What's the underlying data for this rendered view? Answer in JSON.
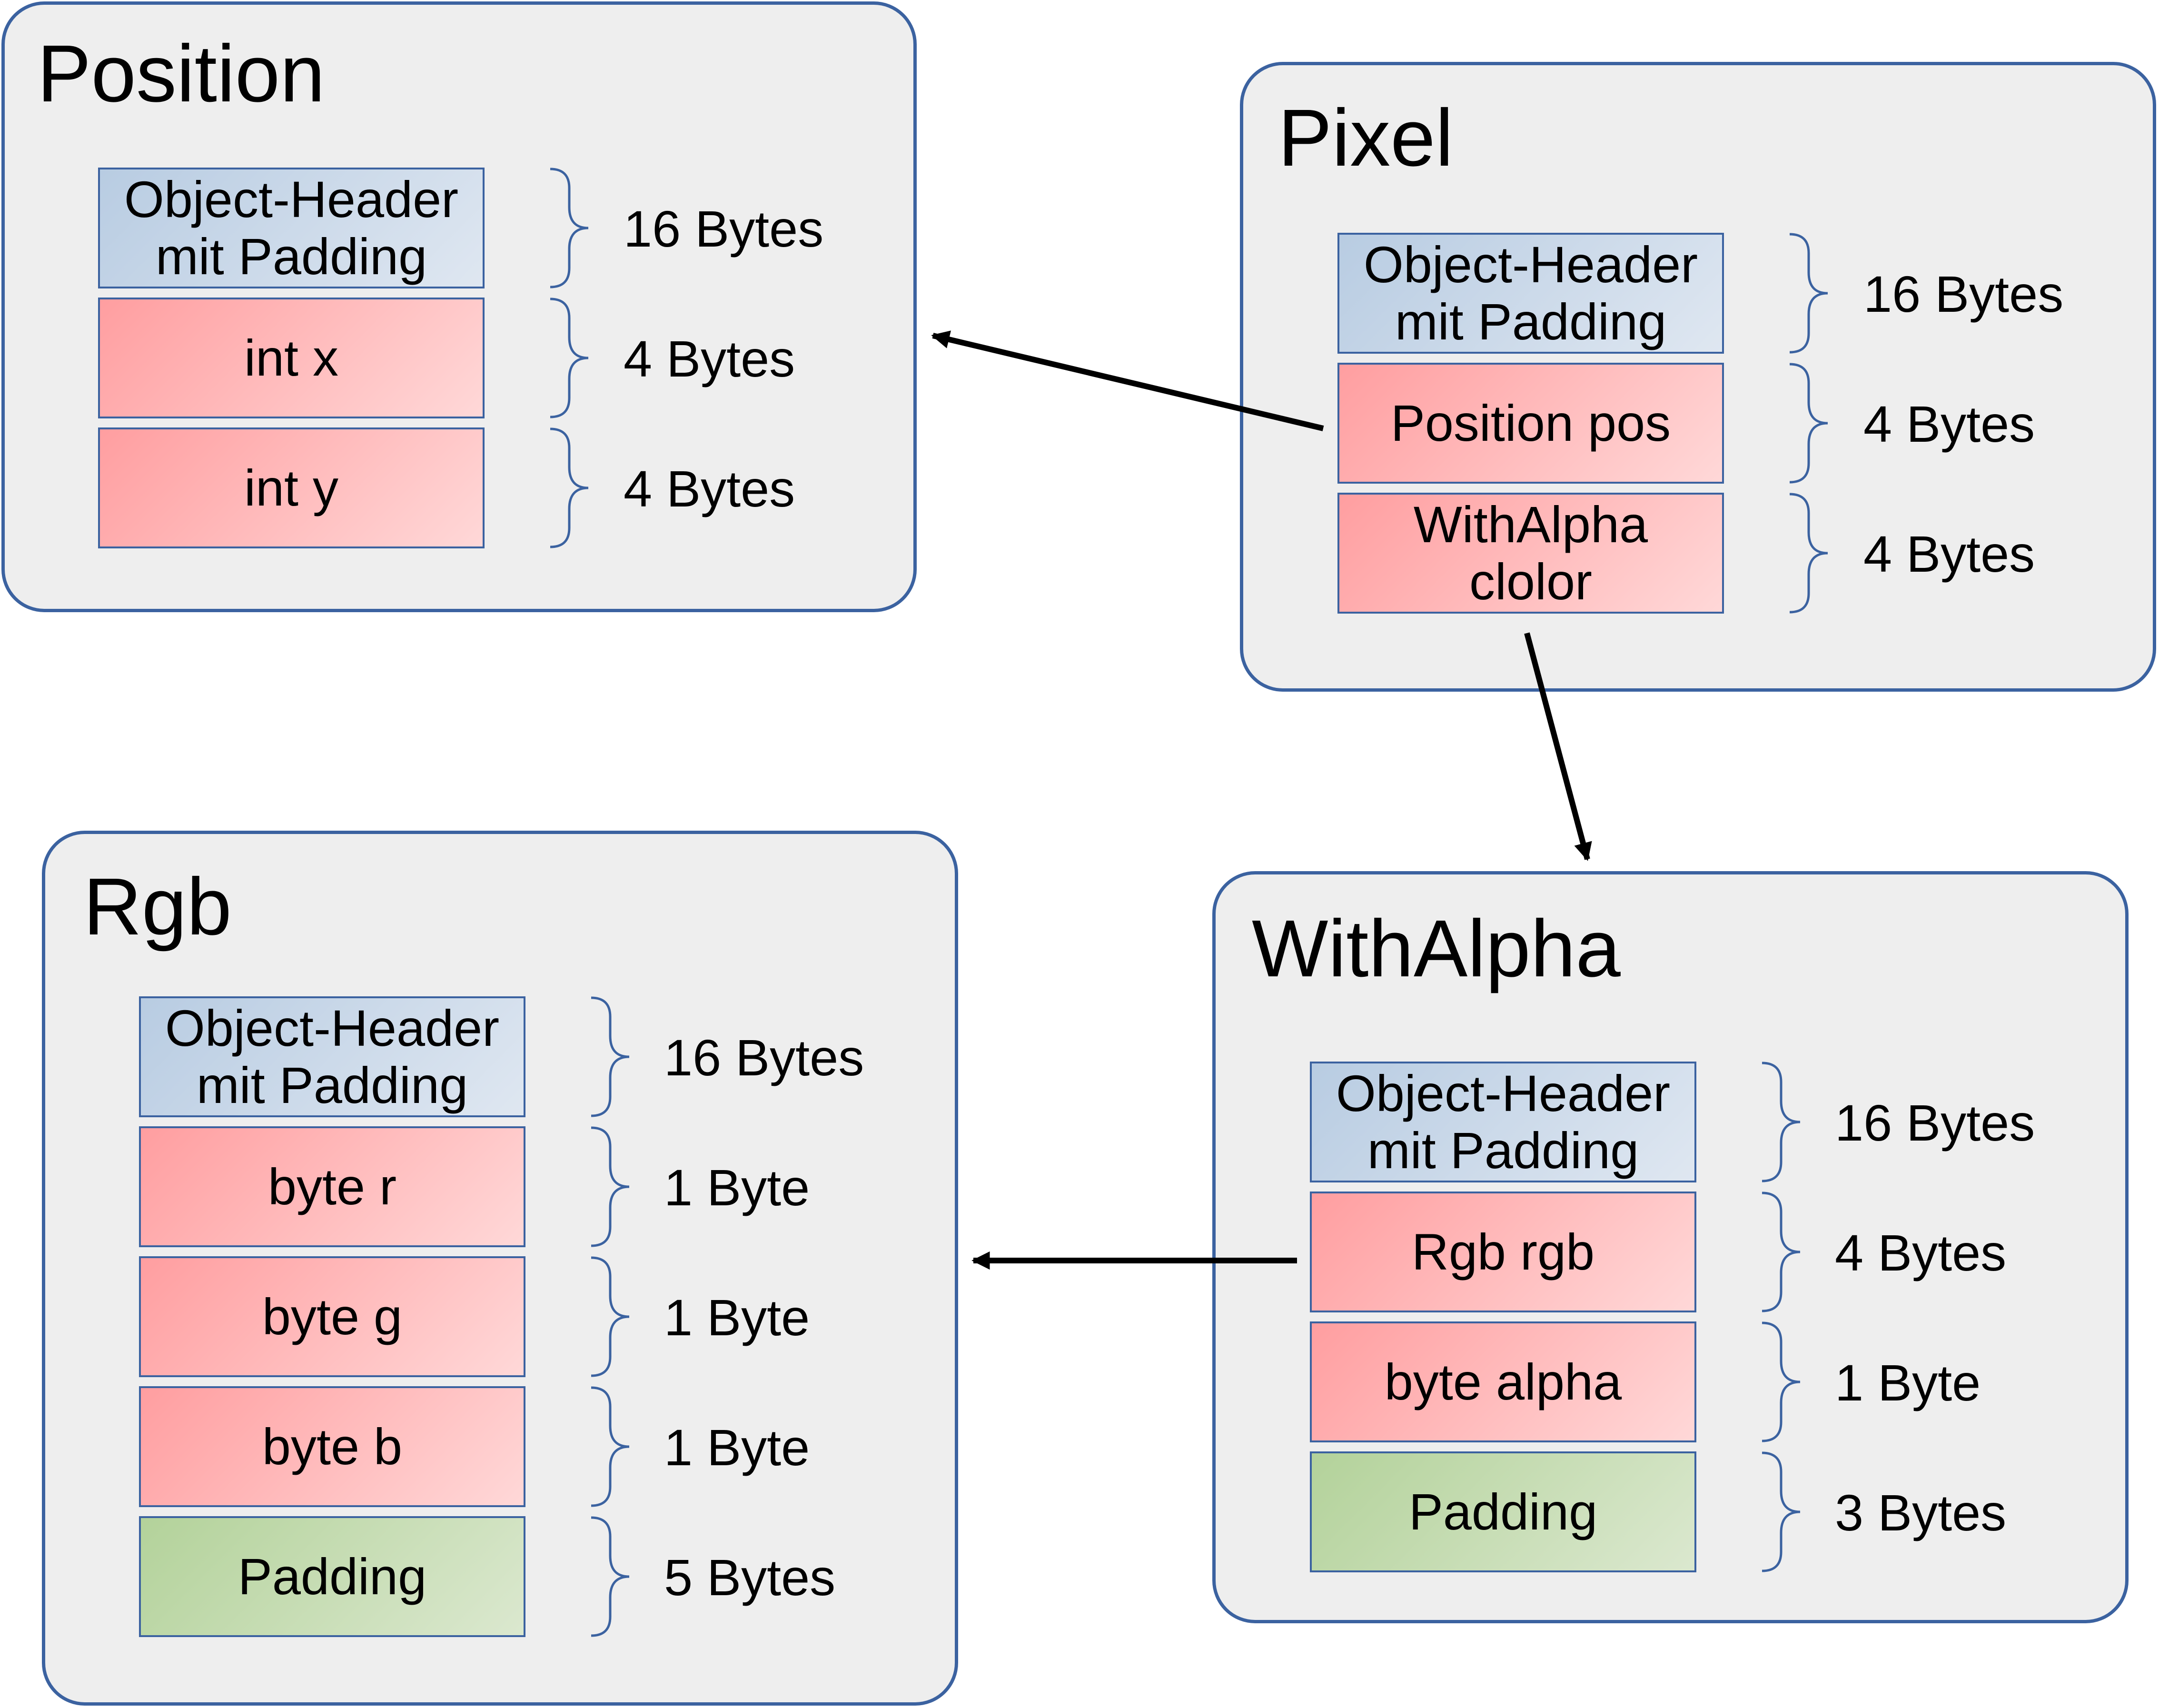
{
  "panels": {
    "position": {
      "title": "Position",
      "fields": [
        {
          "label": "Object-Header\nmit Padding",
          "kind": "header",
          "size": "16 Bytes"
        },
        {
          "label": "int x",
          "kind": "member",
          "size": "4 Bytes"
        },
        {
          "label": "int y",
          "kind": "member",
          "size": "4 Bytes"
        }
      ]
    },
    "pixel": {
      "title": "Pixel",
      "fields": [
        {
          "label": "Object-Header\nmit Padding",
          "kind": "header",
          "size": "16 Bytes"
        },
        {
          "label": "Position pos",
          "kind": "member",
          "size": "4 Bytes"
        },
        {
          "label": "WithAlpha\nclolor",
          "kind": "member",
          "size": "4 Bytes"
        }
      ]
    },
    "rgb": {
      "title": "Rgb",
      "fields": [
        {
          "label": "Object-Header\nmit Padding",
          "kind": "header",
          "size": "16 Bytes"
        },
        {
          "label": "byte r",
          "kind": "member",
          "size": "1 Byte"
        },
        {
          "label": "byte g",
          "kind": "member",
          "size": "1 Byte"
        },
        {
          "label": "byte b",
          "kind": "member",
          "size": "1 Byte"
        },
        {
          "label": "Padding",
          "kind": "padding",
          "size": "5 Bytes"
        }
      ]
    },
    "withalpha": {
      "title": "WithAlpha",
      "fields": [
        {
          "label": "Object-Header\nmit Padding",
          "kind": "header",
          "size": "16 Bytes"
        },
        {
          "label": "Rgb rgb",
          "kind": "member",
          "size": "4 Bytes"
        },
        {
          "label": "byte alpha",
          "kind": "member",
          "size": "1 Byte"
        },
        {
          "label": "Padding",
          "kind": "padding",
          "size": "3 Bytes"
        }
      ]
    }
  },
  "references": [
    {
      "from": "Pixel.Position pos",
      "to": "Position"
    },
    {
      "from": "Pixel.WithAlpha clolor",
      "to": "WithAlpha"
    },
    {
      "from": "WithAlpha.Rgb rgb",
      "to": "Rgb"
    }
  ],
  "colors": {
    "panel_border": "#3b62a0",
    "panel_fill": "#eeeeee",
    "header_fill": "#c9d8ea",
    "member_fill": "#ffbcbd",
    "padding_fill": "#c6dfb3",
    "arrow": "#000000",
    "brace": "#3b62a0"
  }
}
